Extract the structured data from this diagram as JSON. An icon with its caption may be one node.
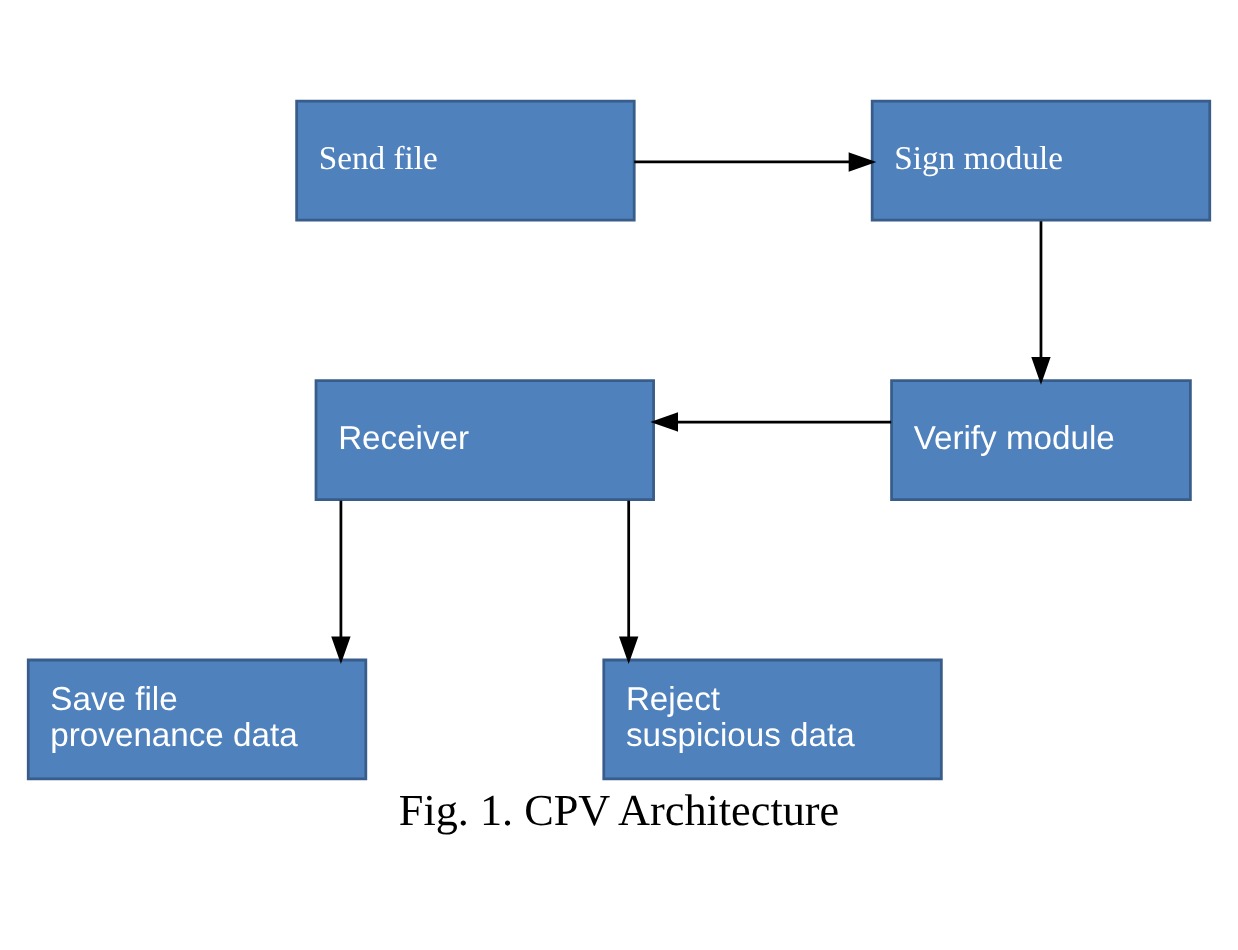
{
  "diagram": {
    "caption": "Fig. 1. CPV Architecture",
    "nodes": [
      {
        "text": [
          "Send file"
        ]
      },
      {
        "text": [
          "Sign module"
        ]
      },
      {
        "text": [
          "Verify module"
        ]
      },
      {
        "text": [
          "Receiver"
        ]
      },
      {
        "text": [
          "Save file provenance data"
        ]
      },
      {
        "text": [
          "Reject suspicious data"
        ]
      }
    ],
    "edges": [
      {
        "from": 0,
        "to": 1,
        "arrow": "to"
      },
      {
        "from": 1,
        "to": 2,
        "arrow": "to"
      },
      {
        "from": 2,
        "to": 3,
        "arrow": "to"
      },
      {
        "from": 3,
        "to": 4,
        "arrow": "to"
      },
      {
        "from": 3,
        "to": 5,
        "arrow": "to"
      }
    ]
  }
}
